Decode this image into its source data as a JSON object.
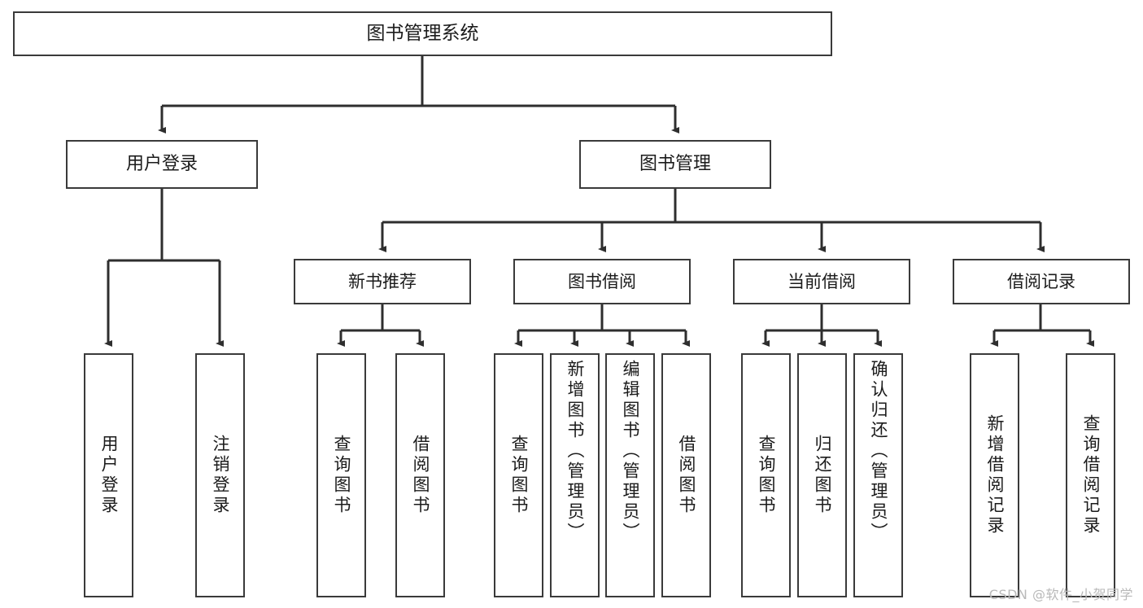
{
  "diagram": {
    "type": "tree-hierarchy-chart",
    "title": "图书管理系统",
    "watermark": "CSDN @软件_小贺同学",
    "colors": {
      "box_border": "#3a3a3a",
      "box_fill": "#ffffff",
      "edge": "#2e2e2e",
      "text": "#1b1b1b",
      "watermark": "#b9b9b9",
      "background": "#ffffff"
    },
    "nodes": {
      "root": {
        "label": "图书管理系统"
      },
      "level2": [
        {
          "id": "user-login",
          "label": "用户登录"
        },
        {
          "id": "book-management",
          "label": "图书管理"
        }
      ],
      "level3": [
        {
          "id": "new-book-recommend",
          "label": "新书推荐"
        },
        {
          "id": "book-borrow",
          "label": "图书借阅"
        },
        {
          "id": "current-borrow",
          "label": "当前借阅"
        },
        {
          "id": "borrow-record",
          "label": "借阅记录"
        }
      ],
      "leaves": {
        "user_login": [
          {
            "id": "leaf-user-login",
            "label": "用户登录"
          },
          {
            "id": "leaf-logout-login",
            "label": "注销登录"
          }
        ],
        "new_book_recommend": [
          {
            "id": "leaf-query-book-1",
            "label": "查询图书"
          },
          {
            "id": "leaf-borrow-book-1",
            "label": "借阅图书"
          }
        ],
        "book_borrow": [
          {
            "id": "leaf-query-book-2",
            "label": "查询图书"
          },
          {
            "id": "leaf-add-book",
            "label": "新增图书（管理员）"
          },
          {
            "id": "leaf-edit-book",
            "label": "编辑图书（管理员）"
          },
          {
            "id": "leaf-borrow-book-2",
            "label": "借阅图书"
          }
        ],
        "current_borrow": [
          {
            "id": "leaf-query-book-3",
            "label": "查询图书"
          },
          {
            "id": "leaf-return-book",
            "label": "归还图书"
          },
          {
            "id": "leaf-confirm-return",
            "label": "确认归还（管理员）"
          }
        ],
        "borrow_record": [
          {
            "id": "leaf-add-record",
            "label": "新增借阅记录"
          },
          {
            "id": "leaf-query-record",
            "label": "查询借阅记录"
          }
        ]
      }
    }
  }
}
